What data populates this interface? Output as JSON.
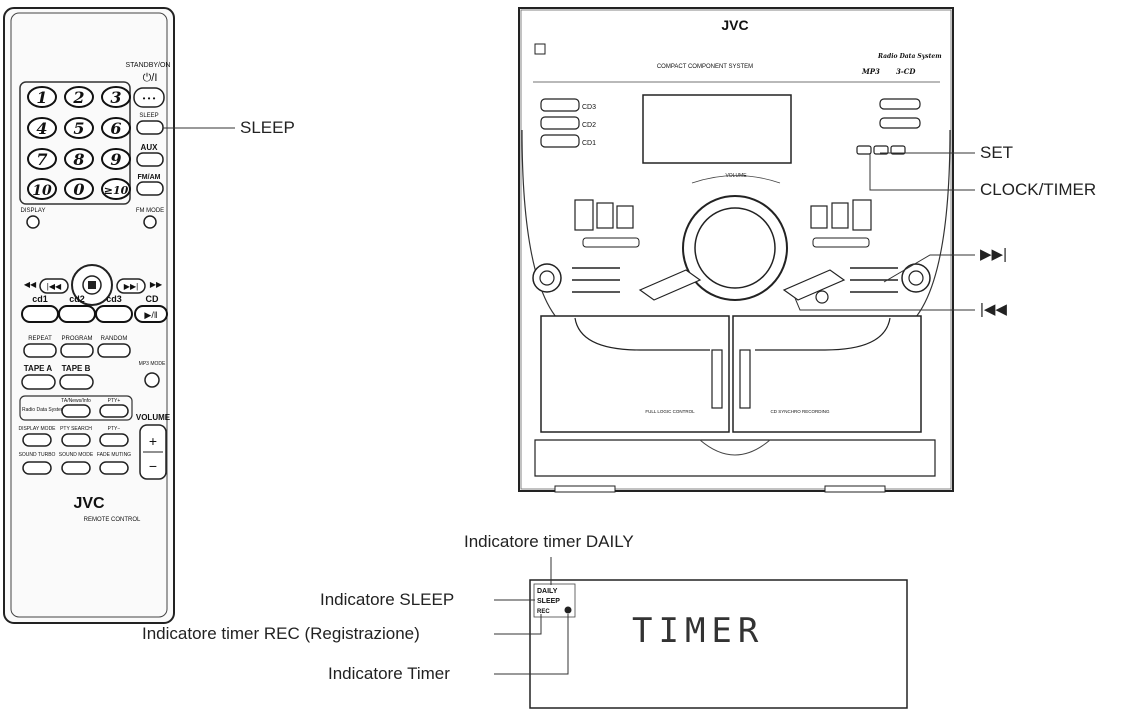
{
  "remote": {
    "standby_label": "STANDBY/ON",
    "standby_symbol": "⏻/I",
    "numbers": [
      "1",
      "2",
      "3",
      "4",
      "5",
      "6",
      "7",
      "8",
      "9",
      "10",
      "0",
      "≥10"
    ],
    "sleep_label": "SLEEP",
    "aux_label": "AUX",
    "fmam_label": "FM/AM",
    "display_label": "DISPLAY",
    "fm_mode_label": "FM MODE",
    "cd1": "cd1",
    "cd2": "cd2",
    "cd3": "cd3",
    "cd": "CD",
    "repeat": "REPEAT",
    "program": "PROGRAM",
    "random": "RANDOM",
    "tape_a": "TAPE A",
    "tape_b": "TAPE B",
    "mp3_mode": "MP3 MODE",
    "ta_news_info": "TA/News/Info",
    "pty_plus": "PTY+",
    "radio_data_system": "Radio Data System",
    "display_mode": "DISPLAY MODE",
    "pty_search": "PTY SEARCH",
    "pty_minus": "PTY−",
    "sound_turbo": "SOUND TURBO",
    "sound_mode": "SOUND MODE",
    "fade_muting": "FADE MUTING",
    "volume": "VOLUME",
    "brand": "JVC",
    "remote_control": "REMOTE CONTROL"
  },
  "unit": {
    "brand": "JVC",
    "compact_component_system": "COMPACT COMPONENT SYSTEM",
    "radio_data_system": "Radio Data System",
    "mp3": "MP3",
    "three_cd": "3-CD",
    "cd3": "CD3",
    "cd2": "CD2",
    "cd1": "CD1",
    "volume": "VOLUME",
    "full_logic_control": "FULL LOGIC CONTROL",
    "cd_synchro_recording": "CD SYNCHRO RECORDING"
  },
  "callouts": {
    "sleep": "SLEEP",
    "set": "SET",
    "clock_timer": "CLOCK/TIMER",
    "next_symbol": "▶▶|",
    "prev_symbol": "|◀◀"
  },
  "display_panel": {
    "daily": "DAILY",
    "sleep": "SLEEP",
    "rec": "REC",
    "timer_text": "TIMER",
    "label_daily": "Indicatore timer DAILY",
    "label_sleep": "Indicatore SLEEP",
    "label_rec": "Indicatore timer REC (Registrazione)",
    "label_timer": "Indicatore Timer"
  }
}
